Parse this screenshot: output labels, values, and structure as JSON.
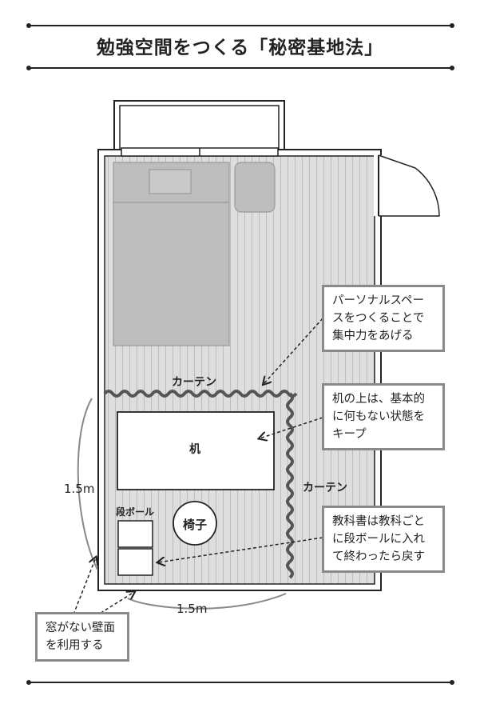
{
  "title": "勉強空間をつくる「秘密基地法」",
  "labels": {
    "curtain_top": "カーテン",
    "curtain_right": "カーテン",
    "desk": "机",
    "chair": "椅子",
    "cardboard": "段ボール",
    "measure_vertical": "1.5m",
    "measure_horizontal": "1.5m"
  },
  "callouts": {
    "personal_space": [
      "パーソナルスペー",
      "スをつくることで",
      "集中力をあげる"
    ],
    "desk_keep": [
      "机の上は、基本的",
      "に何もない状態を",
      "キープ"
    ],
    "textbook": [
      "教科書は教科ごと",
      "に段ボールに入れ",
      "て終わったら戻す"
    ],
    "wall": [
      "窓がない壁面",
      "を利用する"
    ]
  },
  "colors": {
    "frame": "#222222",
    "floor": "#dcdcdc",
    "furniture": "#bdbdbd",
    "callout_border": "#8a8a8a",
    "curtain": "#555555"
  }
}
